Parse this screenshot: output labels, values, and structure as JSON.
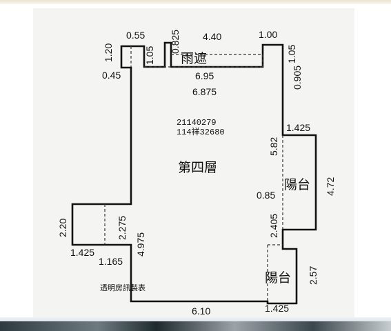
{
  "plan": {
    "floor_label": "第四層",
    "room_labels": {
      "canopy": "雨遮",
      "balcony_upper": "陽台",
      "balcony_lower": "陽台"
    },
    "registration": {
      "line1": "21140279",
      "line2": "114祥32680"
    },
    "credit": "透明房訊製表",
    "dimensions": {
      "d055": "0.55",
      "d0825": "0.825",
      "d440": "4.40",
      "d100": "1.00",
      "d120": "1.20",
      "d105a": "1.05",
      "d105b": "1.05",
      "d045": "0.45",
      "d695": "6.95",
      "d6875": "6.875",
      "d0905": "0.905",
      "d1425a": "1.425",
      "d582": "5.82",
      "d472": "4.72",
      "d085": "0.85",
      "d2405": "2.405",
      "d220": "2.20",
      "d2275": "2.275",
      "d1425b": "1.425",
      "d1165": "1.165",
      "d4975": "4.975",
      "d257": "2.57",
      "d610": "6.10",
      "d1425c": "1.425"
    }
  }
}
